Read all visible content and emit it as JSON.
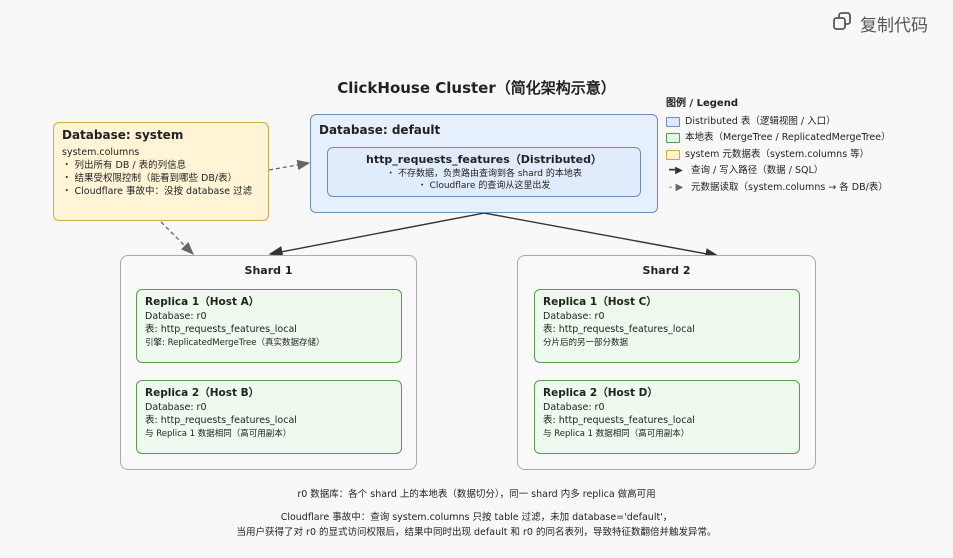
{
  "toolbar": {
    "copy_label": "复制代码",
    "copy_icon": "copy-icon"
  },
  "diagram": {
    "title": "ClickHouse Cluster（简化架构示意）",
    "system_db": {
      "title": "Database: system",
      "table": "system.columns",
      "bullets": [
        "・ 列出所有 DB / 表的列信息",
        "・ 结果受权限控制（能看到哪些 DB/表）",
        "・ Cloudflare 事故中：没按 database 过滤"
      ]
    },
    "default_db": {
      "title": "Database: default",
      "distributed": {
        "title": "http_requests_features（Distributed）",
        "bullets": [
          "・ 不存数据，负责路由查询到各 shard 的本地表",
          "・ Cloudflare 的查询从这里出发"
        ]
      }
    },
    "shards": [
      {
        "title": "Shard 1",
        "replicas": [
          {
            "title": "Replica 1（Host A）",
            "db": "Database: r0",
            "table": "表: http_requests_features_local",
            "note": "引擎: ReplicatedMergeTree（真实数据存储）"
          },
          {
            "title": "Replica 2（Host B）",
            "db": "Database: r0",
            "table": "表: http_requests_features_local",
            "note": "与 Replica 1 数据相同（高可用副本）"
          }
        ]
      },
      {
        "title": "Shard 2",
        "replicas": [
          {
            "title": "Replica 1（Host C）",
            "db": "Database: r0",
            "table": "表: http_requests_features_local",
            "note": "分片后的另一部分数据"
          },
          {
            "title": "Replica 2（Host D）",
            "db": "Database: r0",
            "table": "表: http_requests_features_local",
            "note": "与 Replica 1 数据相同（高可用副本）"
          }
        ]
      }
    ],
    "legend": {
      "title": "图例 / Legend",
      "items": [
        {
          "kind": "swatch",
          "fill": "#dde9fb",
          "stroke": "#6e8eb8",
          "label": "Distributed 表（逻辑视图 / 入口）"
        },
        {
          "kind": "swatch",
          "fill": "#e3f8e3",
          "stroke": "#5a9a52",
          "label": "本地表（MergeTree / ReplicatedMergeTree）"
        },
        {
          "kind": "swatch",
          "fill": "#fff1d2",
          "stroke": "#d1a94f",
          "label": "system 元数据表（system.columns 等）"
        },
        {
          "kind": "arrow",
          "glyph": "━▶",
          "label": "查询 / 写入路径（数据 / SQL）"
        },
        {
          "kind": "arrow",
          "glyph": "- ▶",
          "label": "元数据读取（system.columns → 各 DB/表）"
        }
      ]
    },
    "footer": {
      "line1": "r0 数据库：各个 shard 上的本地表（数据切分），同一 shard 内多 replica 做高可用",
      "line2": "Cloudflare 事故中：查询 system.columns 只按 table 过滤，未加 database='default'，",
      "line3": "当用户获得了对 r0 的显式访问权限后，结果中同时出现 default 和 r0 的同名表列，导致特征数翻倍并触发异常。"
    }
  }
}
